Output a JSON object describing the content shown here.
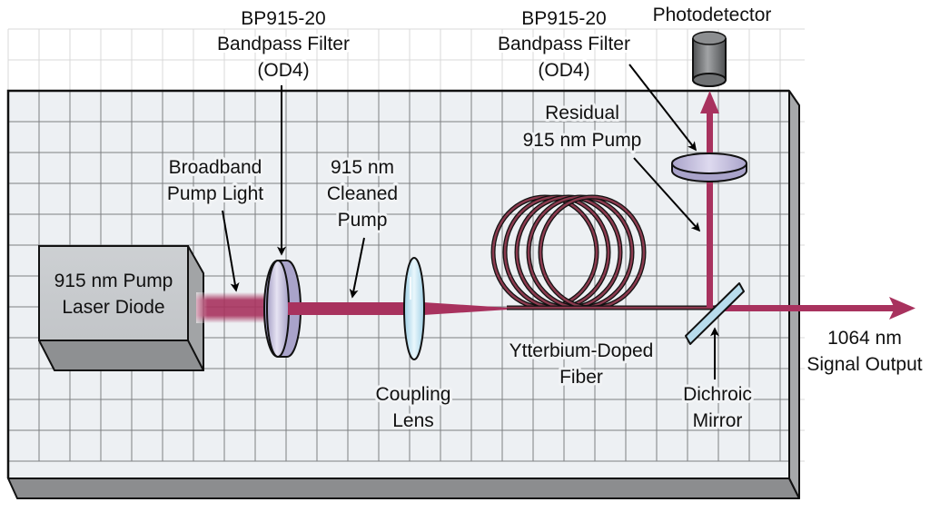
{
  "diagram": {
    "type": "optical-setup",
    "colors": {
      "background": "#ffffff",
      "outer_grid": "#d6d6d6",
      "table_top": "#edf0f3",
      "table_grid": "#7a7a7a",
      "table_front": "#8c8d8f",
      "table_side": "#a6a8aa",
      "beam": "#a8325e",
      "filter": "#b4aed0",
      "lens": "#bfe2f0",
      "mirror": "#b8dcec",
      "diode_front": "#c9cbcd",
      "diode_side": "#a2a4a6",
      "diode_bottom": "#8e9092",
      "photodetector": "#6f7173",
      "fiber": "#8a3a4e"
    },
    "labels": {
      "filter1": [
        "BP915-20",
        "Bandpass Filter",
        "(OD4)"
      ],
      "filter2": [
        "BP915-20",
        "Bandpass Filter",
        "(OD4)"
      ],
      "photodetector": [
        "Photodetector"
      ],
      "residual_pump": [
        "Residual",
        "915 nm Pump"
      ],
      "broadband": [
        "Broadband",
        "Pump Light"
      ],
      "cleaned_pump": [
        "915 nm",
        "Cleaned",
        "Pump"
      ],
      "laser_diode": [
        "915 nm Pump",
        "Laser Diode"
      ],
      "coupling_lens": [
        "Coupling",
        "Lens"
      ],
      "fiber": [
        "Ytterbium-Doped",
        "Fiber"
      ],
      "dichroic": [
        "Dichroic",
        "Mirror"
      ],
      "signal_output": [
        "1064 nm",
        "Signal Output"
      ]
    },
    "components": [
      {
        "id": "pump-laser-diode",
        "label": "915 nm Pump Laser Diode"
      },
      {
        "id": "bandpass-filter-1",
        "label": "BP915-20 Bandpass Filter (OD4)"
      },
      {
        "id": "coupling-lens",
        "label": "Coupling Lens"
      },
      {
        "id": "ytterbium-doped-fiber",
        "label": "Ytterbium-Doped Fiber"
      },
      {
        "id": "dichroic-mirror",
        "label": "Dichroic Mirror"
      },
      {
        "id": "bandpass-filter-2",
        "label": "BP915-20 Bandpass Filter (OD4)"
      },
      {
        "id": "photodetector",
        "label": "Photodetector"
      }
    ],
    "beams": [
      {
        "from": "pump-laser-diode",
        "to": "bandpass-filter-1",
        "label": "Broadband Pump Light"
      },
      {
        "from": "bandpass-filter-1",
        "to": "coupling-lens",
        "label": "915 nm Cleaned Pump"
      },
      {
        "from": "dichroic-mirror",
        "to": "bandpass-filter-2",
        "label": "Residual 915 nm Pump"
      },
      {
        "from": "bandpass-filter-2",
        "to": "photodetector",
        "label": ""
      },
      {
        "from": "dichroic-mirror",
        "to": "output",
        "label": "1064 nm Signal Output"
      }
    ]
  }
}
